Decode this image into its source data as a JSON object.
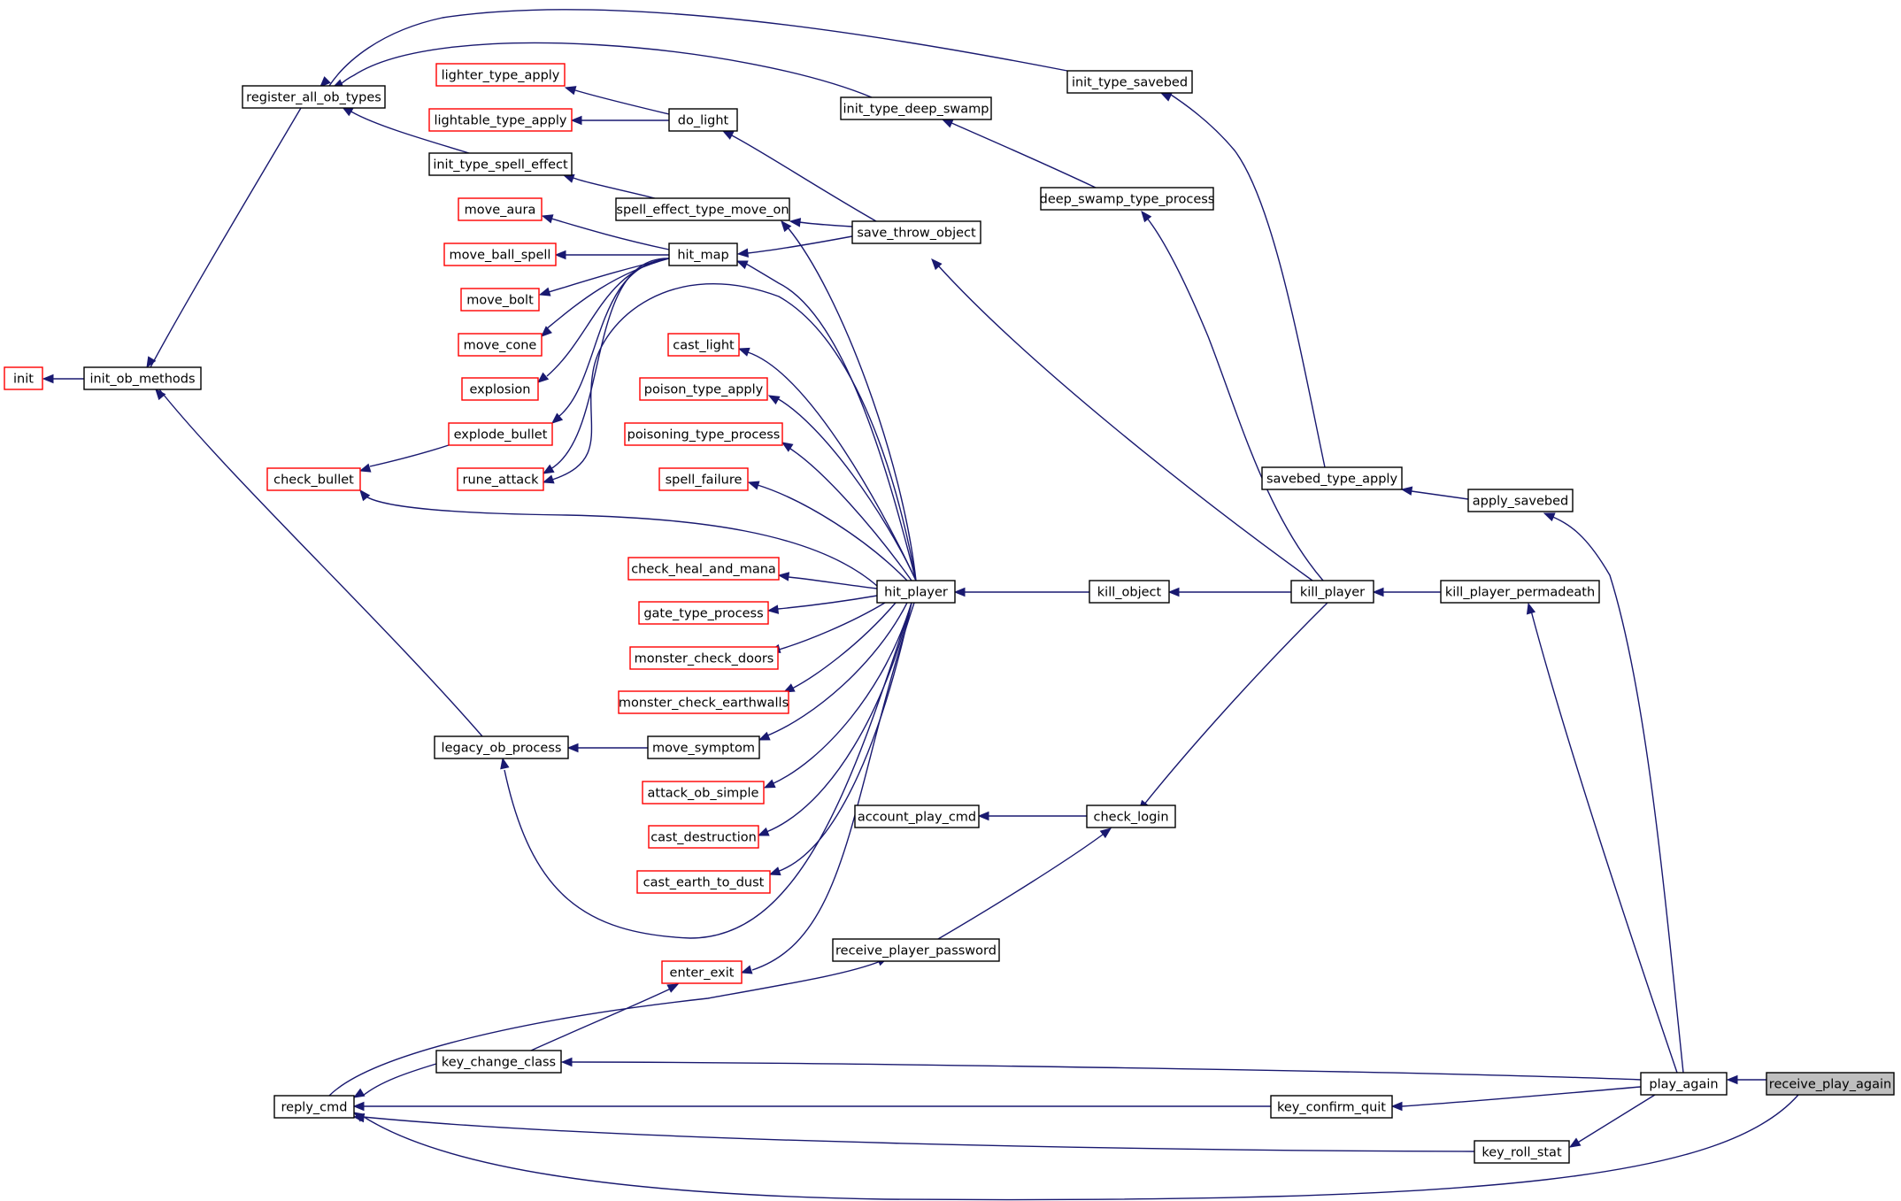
{
  "graph": {
    "colors": {
      "edge": "#191970",
      "node_border_normal": "#000000",
      "node_border_truncated": "#ff0000",
      "focus_fill": "#bfbfbf"
    },
    "nodes": [
      {
        "id": "receive_play_again",
        "label": "receive_play_again",
        "style": "focus"
      },
      {
        "id": "play_again",
        "label": "play_again",
        "style": "normal"
      },
      {
        "id": "apply_savebed",
        "label": "apply_savebed",
        "style": "normal"
      },
      {
        "id": "kill_player_permadeath",
        "label": "kill_player_permadeath",
        "style": "normal"
      },
      {
        "id": "key_change_class",
        "label": "key_change_class",
        "style": "normal"
      },
      {
        "id": "key_confirm_quit",
        "label": "key_confirm_quit",
        "style": "normal"
      },
      {
        "id": "key_roll_stat",
        "label": "key_roll_stat",
        "style": "normal"
      },
      {
        "id": "reply_cmd",
        "label": "reply_cmd",
        "style": "normal"
      },
      {
        "id": "savebed_type_apply",
        "label": "savebed_type_apply",
        "style": "normal"
      },
      {
        "id": "kill_player",
        "label": "kill_player",
        "style": "normal"
      },
      {
        "id": "init_type_savebed",
        "label": "init_type_savebed",
        "style": "normal"
      },
      {
        "id": "register_all_ob_types",
        "label": "register_all_ob_types",
        "style": "normal"
      },
      {
        "id": "init_ob_methods",
        "label": "init_ob_methods",
        "style": "normal"
      },
      {
        "id": "init",
        "label": "init",
        "style": "truncated"
      },
      {
        "id": "enter_exit",
        "label": "enter_exit",
        "style": "truncated"
      },
      {
        "id": "receive_player_password",
        "label": "receive_player_password",
        "style": "normal"
      },
      {
        "id": "check_login",
        "label": "check_login",
        "style": "normal"
      },
      {
        "id": "account_play_cmd",
        "label": "account_play_cmd",
        "style": "normal"
      },
      {
        "id": "kill_object",
        "label": "kill_object",
        "style": "normal"
      },
      {
        "id": "hit_player",
        "label": "hit_player",
        "style": "normal"
      },
      {
        "id": "save_throw_object",
        "label": "save_throw_object",
        "style": "normal"
      },
      {
        "id": "deep_swamp_type_process",
        "label": "deep_swamp_type_process",
        "style": "normal"
      },
      {
        "id": "init_type_deep_swamp",
        "label": "init_type_deep_swamp",
        "style": "normal"
      },
      {
        "id": "do_light",
        "label": "do_light",
        "style": "normal"
      },
      {
        "id": "lighter_type_apply",
        "label": "lighter_type_apply",
        "style": "truncated"
      },
      {
        "id": "lightable_type_apply",
        "label": "lightable_type_apply",
        "style": "truncated"
      },
      {
        "id": "init_type_spell_effect",
        "label": "init_type_spell_effect",
        "style": "normal"
      },
      {
        "id": "spell_effect_type_move_on",
        "label": "spell_effect_type_move_on",
        "style": "normal"
      },
      {
        "id": "hit_map",
        "label": "hit_map",
        "style": "normal"
      },
      {
        "id": "move_aura",
        "label": "move_aura",
        "style": "truncated"
      },
      {
        "id": "move_ball_spell",
        "label": "move_ball_spell",
        "style": "truncated"
      },
      {
        "id": "move_bolt",
        "label": "move_bolt",
        "style": "truncated"
      },
      {
        "id": "move_cone",
        "label": "move_cone",
        "style": "truncated"
      },
      {
        "id": "explosion",
        "label": "explosion",
        "style": "truncated"
      },
      {
        "id": "explode_bullet",
        "label": "explode_bullet",
        "style": "truncated"
      },
      {
        "id": "rune_attack",
        "label": "rune_attack",
        "style": "truncated"
      },
      {
        "id": "check_bullet",
        "label": "check_bullet",
        "style": "truncated"
      },
      {
        "id": "cast_light",
        "label": "cast_light",
        "style": "truncated"
      },
      {
        "id": "poison_type_apply",
        "label": "poison_type_apply",
        "style": "truncated"
      },
      {
        "id": "poisoning_type_process",
        "label": "poisoning_type_process",
        "style": "truncated"
      },
      {
        "id": "spell_failure",
        "label": "spell_failure",
        "style": "truncated"
      },
      {
        "id": "check_heal_and_mana",
        "label": "check_heal_and_mana",
        "style": "truncated"
      },
      {
        "id": "gate_type_process",
        "label": "gate_type_process",
        "style": "truncated"
      },
      {
        "id": "monster_check_doors",
        "label": "monster_check_doors",
        "style": "truncated"
      },
      {
        "id": "monster_check_earthwalls",
        "label": "monster_check_earthwalls",
        "style": "truncated"
      },
      {
        "id": "move_symptom",
        "label": "move_symptom",
        "style": "normal"
      },
      {
        "id": "legacy_ob_process",
        "label": "legacy_ob_process",
        "style": "normal"
      },
      {
        "id": "attack_ob_simple",
        "label": "attack_ob_simple",
        "style": "truncated"
      },
      {
        "id": "cast_destruction",
        "label": "cast_destruction",
        "style": "truncated"
      },
      {
        "id": "cast_earth_to_dust",
        "label": "cast_earth_to_dust",
        "style": "truncated"
      }
    ],
    "edges": [
      {
        "from": "receive_play_again",
        "to": "play_again"
      },
      {
        "from": "play_again",
        "to": "apply_savebed"
      },
      {
        "from": "play_again",
        "to": "kill_player_permadeath"
      },
      {
        "from": "play_again",
        "to": "key_change_class"
      },
      {
        "from": "play_again",
        "to": "key_confirm_quit"
      },
      {
        "from": "play_again",
        "to": "key_roll_stat"
      },
      {
        "from": "receive_play_again",
        "to": "reply_cmd"
      },
      {
        "from": "apply_savebed",
        "to": "savebed_type_apply"
      },
      {
        "from": "kill_player_permadeath",
        "to": "kill_player"
      },
      {
        "from": "savebed_type_apply",
        "to": "init_type_savebed"
      },
      {
        "from": "init_type_savebed",
        "to": "register_all_ob_types"
      },
      {
        "from": "register_all_ob_types",
        "to": "init_ob_methods"
      },
      {
        "from": "init_ob_methods",
        "to": "init"
      },
      {
        "from": "key_change_class",
        "to": "enter_exit"
      },
      {
        "from": "key_change_class",
        "to": "reply_cmd"
      },
      {
        "from": "key_confirm_quit",
        "to": "reply_cmd"
      },
      {
        "from": "key_roll_stat",
        "to": "reply_cmd"
      },
      {
        "from": "reply_cmd",
        "to": "receive_player_password"
      },
      {
        "from": "receive_player_password",
        "to": "check_login"
      },
      {
        "from": "kill_player",
        "to": "check_login"
      },
      {
        "from": "check_login",
        "to": "account_play_cmd"
      },
      {
        "from": "kill_player",
        "to": "kill_object"
      },
      {
        "from": "kill_object",
        "to": "hit_player"
      },
      {
        "from": "kill_player",
        "to": "save_throw_object"
      },
      {
        "from": "kill_player",
        "to": "deep_swamp_type_process"
      },
      {
        "from": "deep_swamp_type_process",
        "to": "init_type_deep_swamp"
      },
      {
        "from": "init_type_deep_swamp",
        "to": "register_all_ob_types"
      },
      {
        "from": "save_throw_object",
        "to": "do_light"
      },
      {
        "from": "save_throw_object",
        "to": "spell_effect_type_move_on"
      },
      {
        "from": "save_throw_object",
        "to": "hit_map"
      },
      {
        "from": "do_light",
        "to": "lighter_type_apply"
      },
      {
        "from": "do_light",
        "to": "lightable_type_apply"
      },
      {
        "from": "spell_effect_type_move_on",
        "to": "init_type_spell_effect"
      },
      {
        "from": "init_type_spell_effect",
        "to": "register_all_ob_types"
      },
      {
        "from": "hit_map",
        "to": "move_aura"
      },
      {
        "from": "hit_map",
        "to": "move_ball_spell"
      },
      {
        "from": "hit_map",
        "to": "move_bolt"
      },
      {
        "from": "hit_map",
        "to": "move_cone"
      },
      {
        "from": "hit_map",
        "to": "explosion"
      },
      {
        "from": "hit_map",
        "to": "explode_bullet"
      },
      {
        "from": "hit_map",
        "to": "rune_attack"
      },
      {
        "from": "explode_bullet",
        "to": "check_bullet"
      },
      {
        "from": "hit_player",
        "to": "hit_map"
      },
      {
        "from": "hit_player",
        "to": "spell_effect_type_move_on"
      },
      {
        "from": "hit_player",
        "to": "check_bullet"
      },
      {
        "from": "hit_player",
        "to": "cast_light"
      },
      {
        "from": "hit_player",
        "to": "poison_type_apply"
      },
      {
        "from": "hit_player",
        "to": "poisoning_type_process"
      },
      {
        "from": "hit_player",
        "to": "spell_failure"
      },
      {
        "from": "hit_player",
        "to": "check_heal_and_mana"
      },
      {
        "from": "hit_player",
        "to": "gate_type_process"
      },
      {
        "from": "hit_player",
        "to": "monster_check_doors"
      },
      {
        "from": "hit_player",
        "to": "monster_check_earthwalls"
      },
      {
        "from": "hit_player",
        "to": "move_symptom"
      },
      {
        "from": "hit_player",
        "to": "attack_ob_simple"
      },
      {
        "from": "hit_player",
        "to": "cast_destruction"
      },
      {
        "from": "hit_player",
        "to": "cast_earth_to_dust"
      },
      {
        "from": "hit_player",
        "to": "enter_exit"
      },
      {
        "from": "hit_player",
        "to": "legacy_ob_process"
      },
      {
        "from": "hit_player",
        "to": "rune_attack"
      },
      {
        "from": "move_symptom",
        "to": "legacy_ob_process"
      },
      {
        "from": "legacy_ob_process",
        "to": "init_ob_methods"
      }
    ]
  }
}
